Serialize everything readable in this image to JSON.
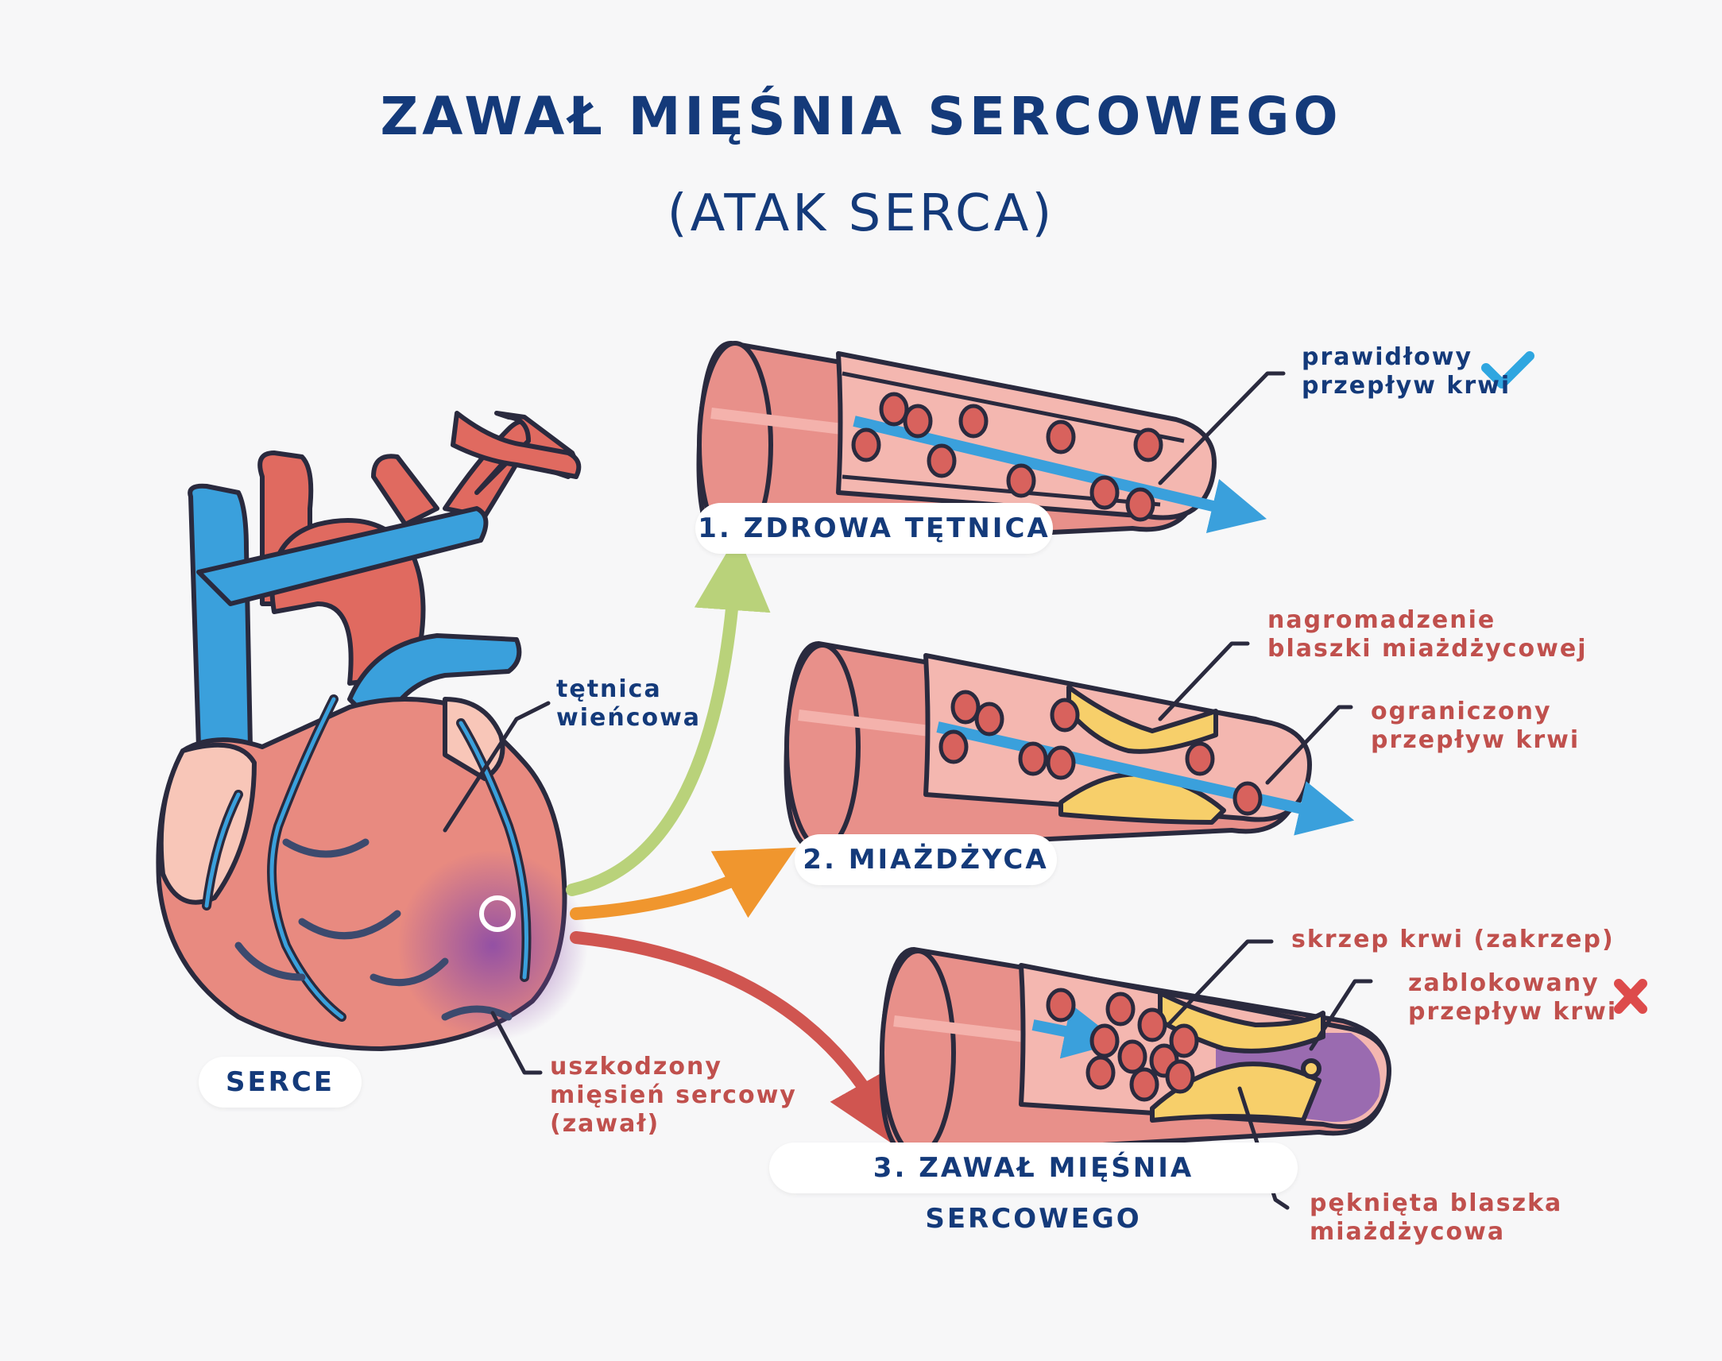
{
  "title": "ZAWAŁ MIĘŚNIA SERCOWEGO",
  "subtitle": "(ATAK SERCA)",
  "heart": {
    "label": "SERCE",
    "coronary_artery": "tętnica\nwieńcowa",
    "damaged_muscle": "uszkodzony\nmięsień sercowy\n(zawał)"
  },
  "stages": [
    {
      "label": "1. ZDROWA TĘTNICA",
      "annotations": [
        {
          "text": "prawidłowy\nprzepływ krwi",
          "icon": "check-icon"
        }
      ]
    },
    {
      "label": "2. MIAŻDŻYCA",
      "annotations": [
        {
          "text": "nagromadzenie\nblaszki miażdżycowej"
        },
        {
          "text": "ograniczony\nprzepływ krwi"
        }
      ]
    },
    {
      "label": "3. ZAWAŁ MIĘŚNIA SERCOWEGO",
      "annotations": [
        {
          "text": "skrzep krwi (zakrzep)"
        },
        {
          "text": "zablokowany\nprzepływ krwi",
          "icon": "cross-icon"
        },
        {
          "text": "pęknięta blaszka\nmiażdżycowa"
        }
      ]
    }
  ],
  "colors": {
    "navy": "#143a7a",
    "annotation_red": "#c0504d",
    "artery_pink": "#e8908a",
    "blood_cell": "#d8625d",
    "blood_flow_blue": "#3aa0dc",
    "plaque_yellow": "#f7cf6a",
    "arrow_green": "#b9d27a",
    "arrow_orange": "#f0962e",
    "arrow_red": "#d05550",
    "check_blue": "#2fa6e0",
    "cross_red": "#dd4b4b",
    "outline": "#2a2a3e"
  }
}
